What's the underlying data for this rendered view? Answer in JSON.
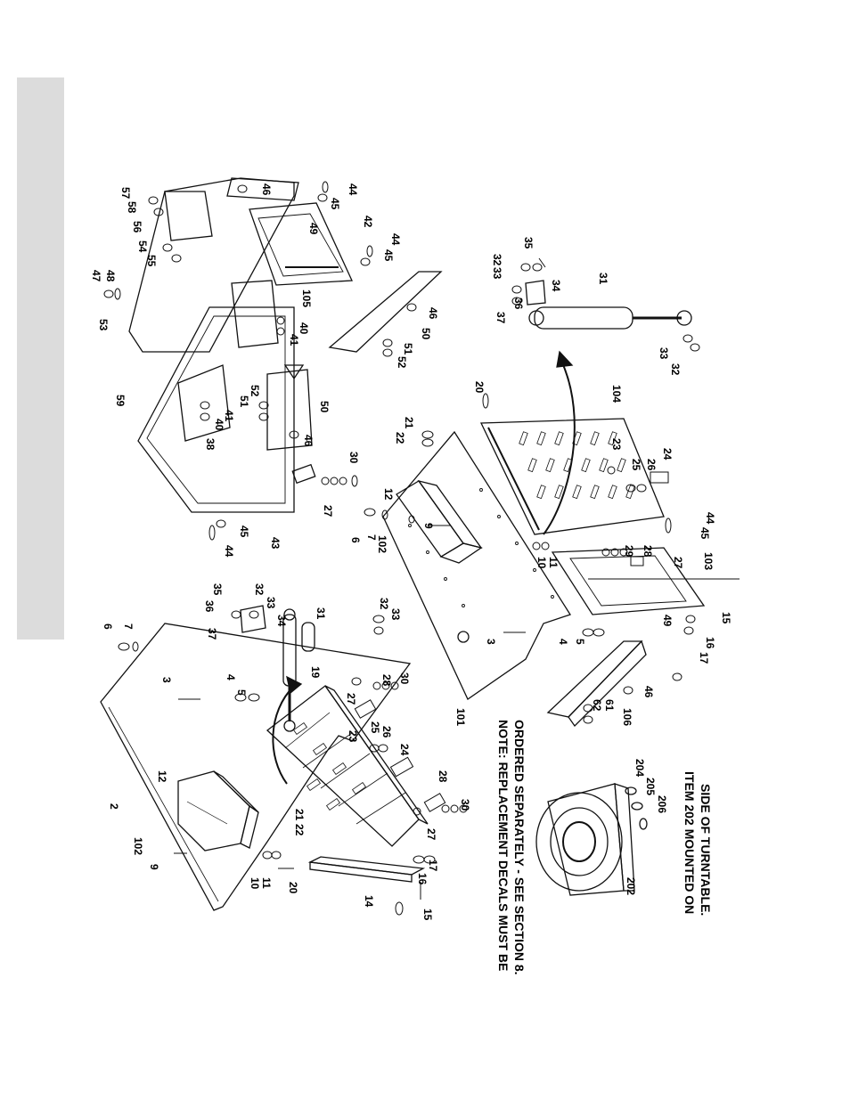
{
  "side_tab_color": "#dcdcdc",
  "line_color": "#111111",
  "note": {
    "line1": "NOTE:  REPLACEMENT DECALS MUST BE",
    "line2": "ORDERED SEPARATELY - SEE SECTION 8."
  },
  "item202_note": {
    "line1": "ITEM 202 MOUNTED ON",
    "line2": "SIDE OF TURNTABLE."
  },
  "callouts": {
    "c2": "2",
    "c3a": "3",
    "c4a": "4",
    "c5a": "5",
    "c6a": "6",
    "c7a": "7",
    "c9a": "9",
    "c10a": "10",
    "c11a": "11",
    "c12a": "12",
    "c14": "14",
    "c15a": "15",
    "c16a": "16",
    "c17a": "17",
    "c19": "19",
    "c20a": "20",
    "c21a": "21",
    "c22a": "22",
    "c23a": "23",
    "c24a": "24",
    "c25a": "25",
    "c26a": "26",
    "c27a": "27",
    "c27b": "27",
    "c28a": "28",
    "c28b": "28",
    "c30a": "30",
    "c30b": "30",
    "c31a": "31",
    "c32a": "32",
    "c32b": "32",
    "c33a": "33",
    "c33b": "33",
    "c34a": "34",
    "c35a": "35",
    "c36a": "36",
    "c37a": "37",
    "c102a": "102",
    "c101": "101",
    "c3b": "3",
    "c4b": "4",
    "c5b": "5",
    "c6b": "6",
    "c7b": "7",
    "c9b": "9",
    "c10b": "10",
    "c11b": "11",
    "c12b": "12",
    "c102b": "102",
    "c103": "103",
    "c104": "104",
    "c106": "106",
    "c15b": "15",
    "c16b": "16",
    "c17b": "17",
    "c20b": "20",
    "c21b": "21",
    "c22b": "22",
    "c23b": "23",
    "c24b": "24",
    "c25b": "25",
    "c26b": "26",
    "c27c": "27",
    "c27d": "27",
    "c28c": "28",
    "c29": "29",
    "c30c": "30",
    "c46a": "46",
    "c49a": "49",
    "c61": "61",
    "c62": "62",
    "c31b": "31",
    "c32c": "32",
    "c32d": "32",
    "c33c": "33",
    "c33d": "33",
    "c34b": "34",
    "c35b": "35",
    "c36b": "36",
    "c37b": "37",
    "c38": "38",
    "c40a": "40",
    "c41a": "41",
    "c43": "43",
    "c44a": "44",
    "c45a": "45",
    "c46b": "46",
    "c50a": "50",
    "c51a": "51",
    "c52a": "52",
    "c59": "59",
    "c40b": "40",
    "c41b": "41",
    "c42": "42",
    "c44b": "44",
    "c44c": "44",
    "c45b": "45",
    "c45c": "45",
    "c46c": "46",
    "c46d": "46",
    "c47": "47",
    "c48": "48",
    "c49b": "49",
    "c50b": "50",
    "c51b": "51",
    "c52b": "52",
    "c53": "53",
    "c54": "54",
    "c55": "55",
    "c56": "56",
    "c57": "57",
    "c58": "58",
    "c105": "105",
    "c44d": "44",
    "c45d": "45",
    "c202": "202",
    "c204": "204",
    "c205": "205",
    "c206": "206"
  }
}
